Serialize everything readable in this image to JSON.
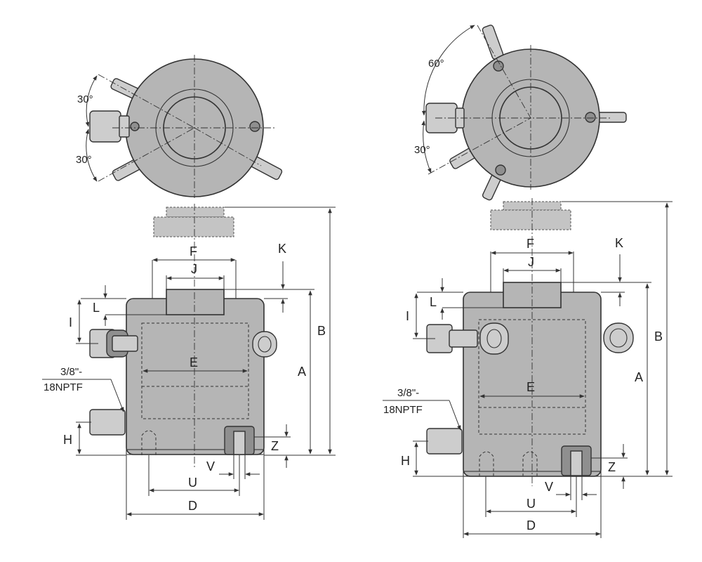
{
  "labels": {
    "left": {
      "angle_top": "30°",
      "angle_bottom": "30°",
      "F": "F",
      "J": "J",
      "K": "K",
      "L": "L",
      "I": "I",
      "E": "E",
      "B": "B",
      "A": "A",
      "port_line1": "3/8\"-",
      "port_line2": "18NPTF",
      "H": "H",
      "Z": "Z",
      "V": "V",
      "U": "U",
      "D": "D"
    },
    "right": {
      "angle_top": "60°",
      "angle_bottom": "30°",
      "F": "F",
      "J": "J",
      "K": "K",
      "L": "L",
      "I": "I",
      "E": "E",
      "B": "B",
      "A": "A",
      "port_line1": "3/8\"-",
      "port_line2": "18NPTF",
      "H": "H",
      "Z": "Z",
      "V": "V",
      "U": "U",
      "D": "D"
    }
  }
}
